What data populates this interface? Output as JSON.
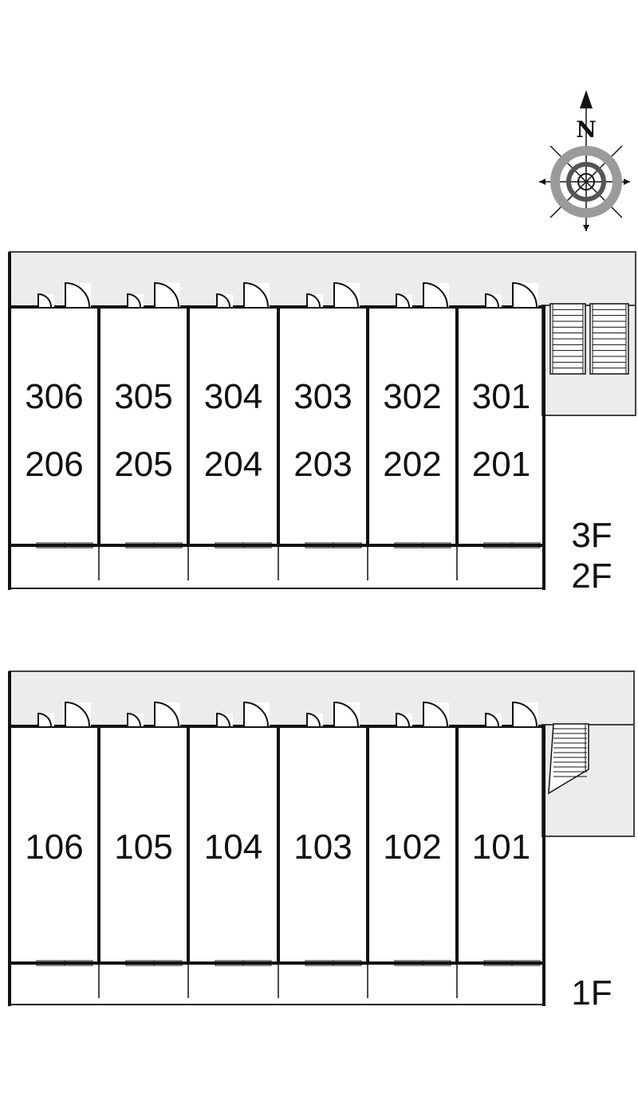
{
  "compass": {
    "north_label": "N"
  },
  "upper_block": {
    "units_top": [
      "306",
      "305",
      "304",
      "303",
      "302",
      "301"
    ],
    "units_bottom": [
      "206",
      "205",
      "204",
      "203",
      "202",
      "201"
    ],
    "floor_labels": [
      "3F",
      "2F"
    ]
  },
  "lower_block": {
    "units": [
      "106",
      "105",
      "104",
      "103",
      "102",
      "101"
    ],
    "floor_labels": [
      "1F"
    ]
  },
  "colors": {
    "walkway": "#ececec",
    "wall": "#111111",
    "compass_ring": "#888888"
  }
}
